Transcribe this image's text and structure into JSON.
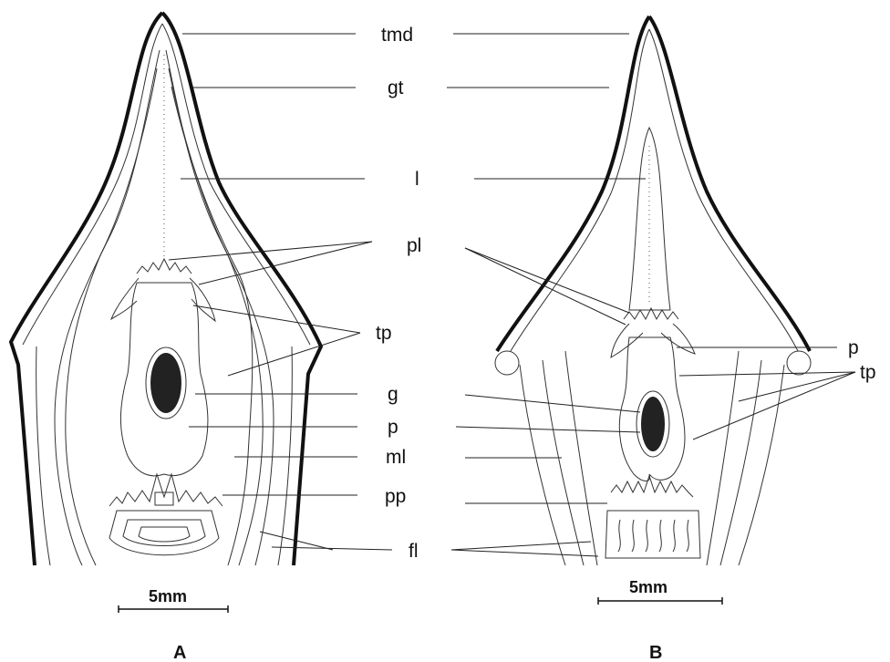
{
  "figure": {
    "panels": [
      {
        "id": "A",
        "label": "A",
        "scale_text": "5mm"
      },
      {
        "id": "B",
        "label": "B",
        "scale_text": "5mm"
      }
    ],
    "labels": {
      "tmd": "tmd",
      "gt": "gt",
      "l": "l",
      "pl": "pl",
      "tp_a": "tp",
      "g": "g",
      "p_a": "p",
      "ml": "ml",
      "pp": "pp",
      "fl": "fl",
      "p_b": "p",
      "tp_b": "tp"
    }
  }
}
